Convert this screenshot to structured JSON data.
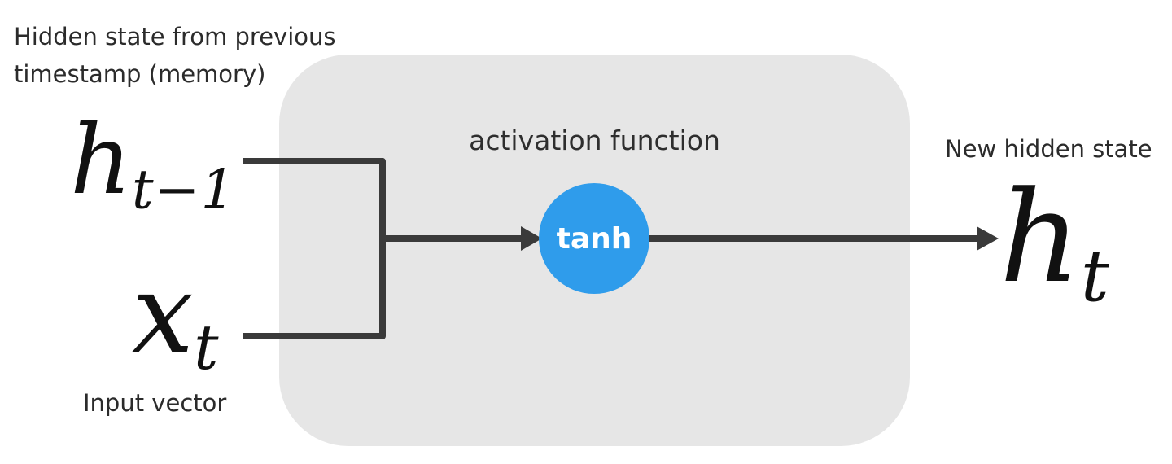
{
  "diagram": {
    "kind": "rnn-cell-diagram",
    "labels": {
      "hidden_state_prev": "Hidden state from previous\ntimestamp (memory)",
      "input_vector": "Input vector",
      "new_hidden_state": "New hidden state",
      "activation_function": "activation function",
      "tanh": "tanh"
    },
    "math": {
      "h_prev": {
        "base": "h",
        "sub": "t−1"
      },
      "x_t": {
        "base": "x",
        "sub": "t"
      },
      "h_t": {
        "base": "h",
        "sub": "t"
      }
    }
  },
  "theme": {
    "box-fill": "#e6e6e6",
    "circle-fill": "#2f9ceb",
    "line": "#3a3a3a",
    "label-text": "#2b2b2b",
    "math-text": "#111111",
    "tanh-text": "#ffffff",
    "page-bg": "#ffffff"
  }
}
